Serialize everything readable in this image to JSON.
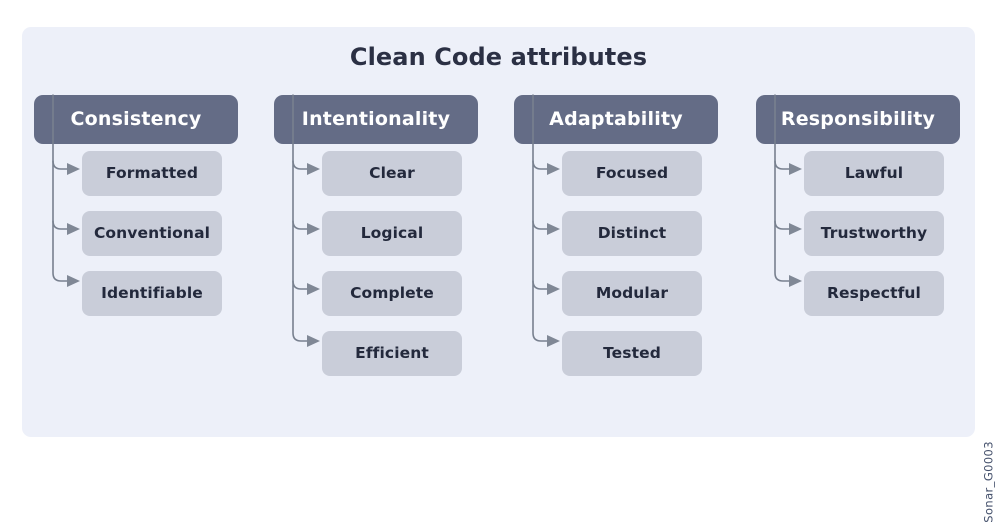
{
  "diagram": {
    "title": "Clean Code attributes",
    "watermark": "Sonar_G0003",
    "colors": {
      "page_background": "#ffffff",
      "card_background": "#edf0f9",
      "header_box": "#646c86",
      "header_text": "#ffffff",
      "child_box": "#c9cdd9",
      "child_text": "#23293c",
      "title_text": "#2b3044",
      "connector": "#78808f"
    },
    "columns": [
      {
        "header": "Consistency",
        "items": [
          "Formatted",
          "Conventional",
          "Identifiable"
        ]
      },
      {
        "header": "Intentionality",
        "items": [
          "Clear",
          "Logical",
          "Complete",
          "Efficient"
        ]
      },
      {
        "header": "Adaptability",
        "items": [
          "Focused",
          "Distinct",
          "Modular",
          "Tested"
        ]
      },
      {
        "header": "Responsibility",
        "items": [
          "Lawful",
          "Trustworthy",
          "Respectful"
        ]
      }
    ]
  }
}
